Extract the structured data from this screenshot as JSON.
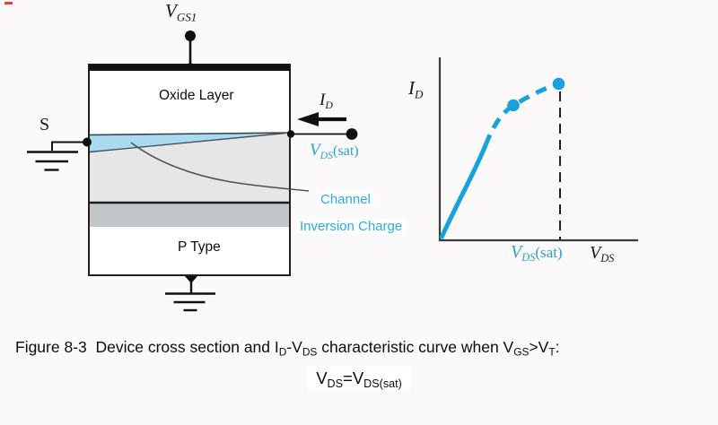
{
  "colors": {
    "background": "#fbf9f9",
    "cyan_label": "#29abe2",
    "curve_cyan": "#18a2dd",
    "channel_fill": "#a9daf0",
    "depletion_gray": "#e7e6e6",
    "substrate_band_gray": "#c3c6c8",
    "line_black": "#231f20"
  },
  "device": {
    "gate_terminal_label": {
      "base": "V",
      "sub": "GS1"
    },
    "oxide_label": "Oxide Layer",
    "source_label": "S",
    "substrate_label": "P Type",
    "drain_current_label": {
      "base": "I",
      "sub": "D"
    },
    "drain_voltage_label": {
      "base": "V",
      "sub": "DS",
      "suffix": "(sat)"
    },
    "channel_annotation": {
      "line1": "Channel",
      "line2": "Inversion Charge"
    }
  },
  "graph": {
    "y_axis_label": {
      "base": "I",
      "sub": "D"
    },
    "x_axis_labels": {
      "sat": {
        "base": "V",
        "sub": "DS",
        "suffix": "(sat)"
      },
      "axis": {
        "base": "V",
        "sub": "DS"
      }
    }
  },
  "chart_data": {
    "type": "line",
    "title": "",
    "xlabel": "VDS",
    "ylabel": "ID",
    "x_tick_labels": [
      "VDS(sat)"
    ],
    "series": [
      {
        "name": "ID vs VDS characteristic",
        "style": "solid steep rise from origin, then dashed bending over to saturation with two dot markers; dashed vertical guide line at VDS(sat)"
      }
    ],
    "legend": "none",
    "grid": false
  },
  "caption": {
    "line1_parts": [
      {
        "t": "Figure 8-3  Device cross section and I"
      },
      {
        "t": "D"
      },
      {
        "t": "-V"
      },
      {
        "t": "DS"
      },
      {
        "t": " characteristic curve when V"
      },
      {
        "t": "GS"
      },
      {
        "t": ">V"
      },
      {
        "t": "T"
      },
      {
        "t": ":"
      }
    ],
    "line2_parts": [
      {
        "t": "V"
      },
      {
        "t": "DS"
      },
      {
        "t": "=V"
      },
      {
        "t": "DS(sat)"
      }
    ]
  }
}
